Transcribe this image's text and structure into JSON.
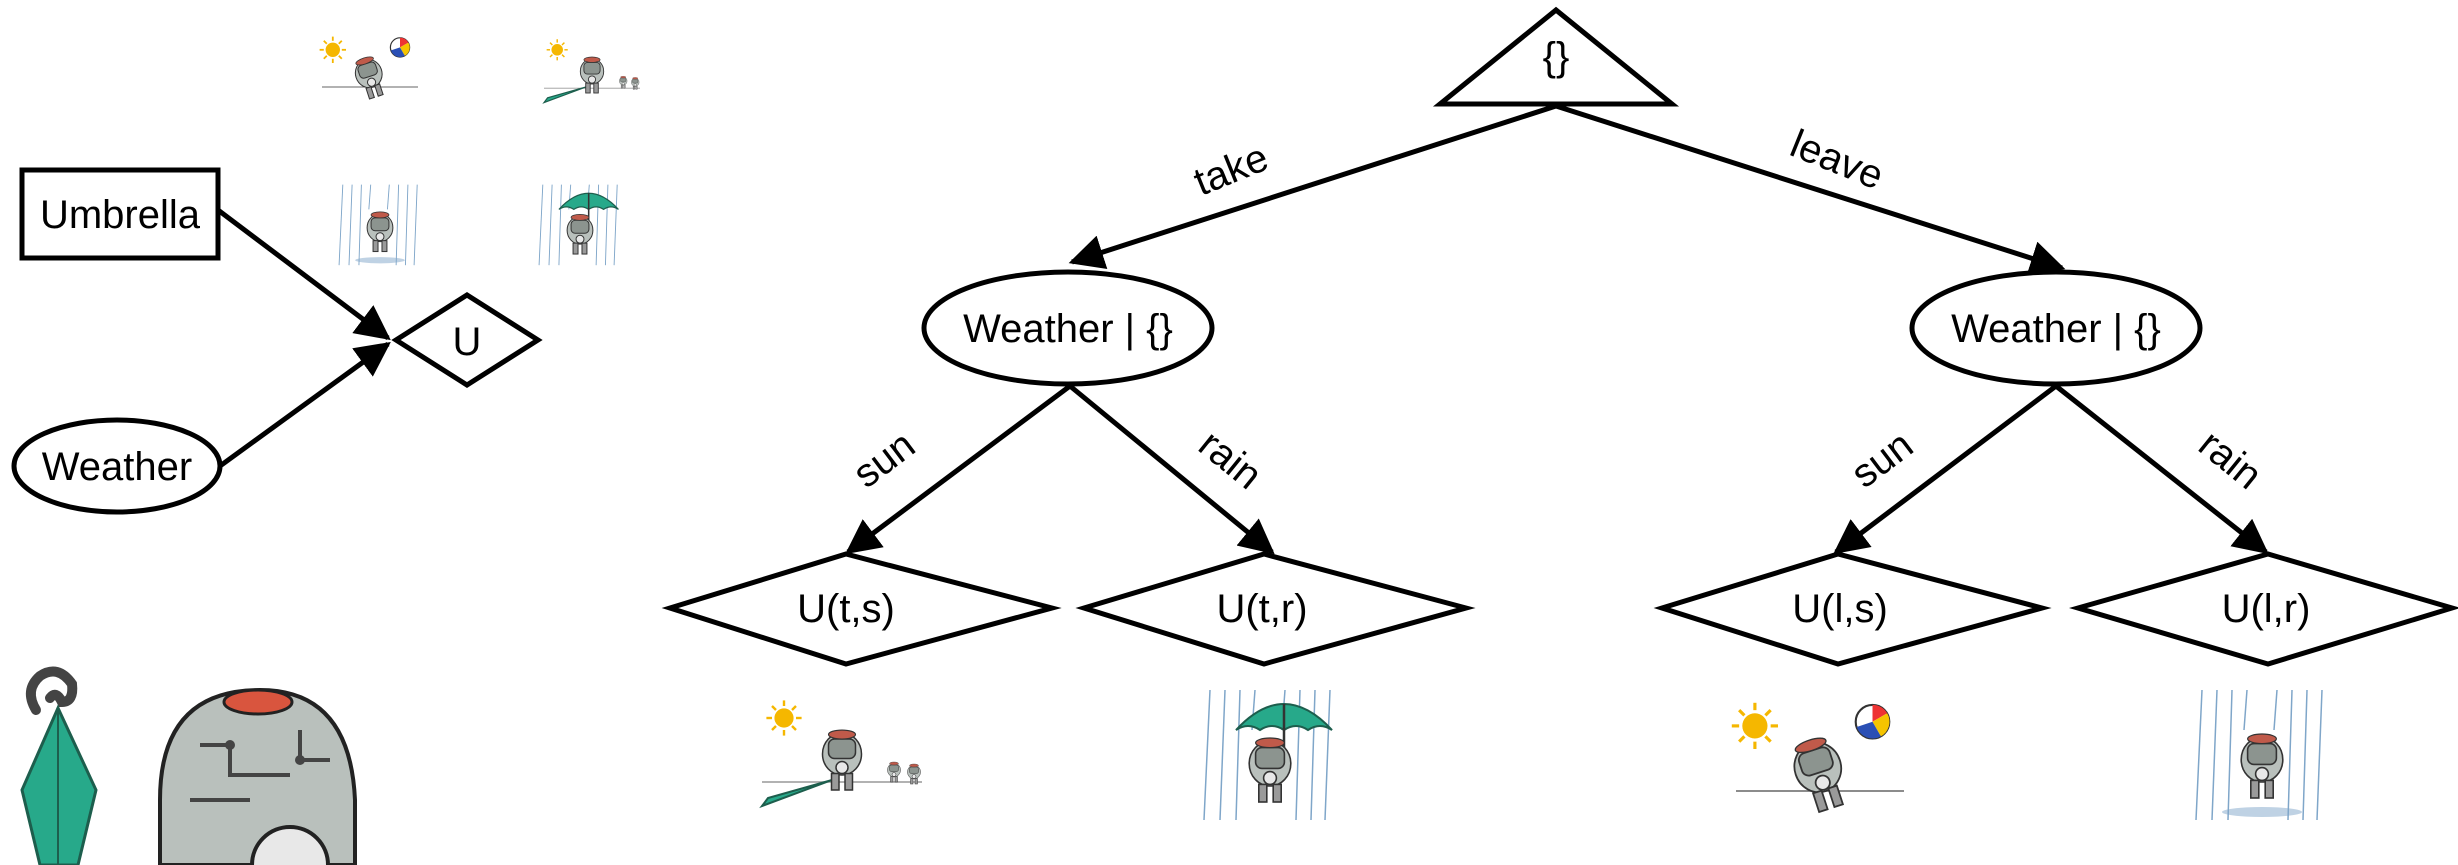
{
  "influence_diagram": {
    "decision_node": "Umbrella",
    "chance_node": "Weather",
    "utility_node": "U"
  },
  "tree": {
    "root": "{}",
    "branches": [
      {
        "action": "take",
        "chance_label": "Weather | {}",
        "outcomes": [
          {
            "weather": "sun",
            "utility": "U(t,s)",
            "scene": "sun-umbrella-robot-scene"
          },
          {
            "weather": "rain",
            "utility": "U(t,r)",
            "scene": "rain-umbrella-robot-scene"
          }
        ]
      },
      {
        "action": "leave",
        "chance_label": "Weather | {}",
        "outcomes": [
          {
            "weather": "sun",
            "utility": "U(l,s)",
            "scene": "sun-ball-robot-scene"
          },
          {
            "weather": "rain",
            "utility": "U(l,r)",
            "scene": "rain-wet-robot-scene"
          }
        ]
      }
    ]
  },
  "colors": {
    "stroke": "#000000",
    "umbrella": "#27a98a",
    "sun": "#f5b700",
    "rain": "#7fa6c9",
    "robot": "#9a9a9a"
  }
}
